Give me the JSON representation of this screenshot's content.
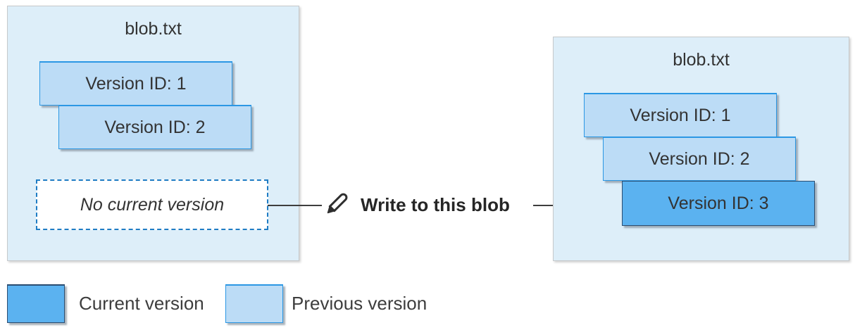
{
  "colors": {
    "container_bg": "#ddeef9",
    "container_border": "#c6c9cb",
    "previous_fill": "#bcdcf6",
    "previous_border": "#2b97e4",
    "current_fill": "#5bb2f0",
    "current_border": "#2b4d71",
    "dashed_border": "#1f7cc4",
    "arrow": "#3d3d3d",
    "text": "#333333"
  },
  "left_blob": {
    "title": "blob.txt",
    "versions": [
      {
        "label": "Version ID: 1",
        "state": "previous"
      },
      {
        "label": "Version ID: 2",
        "state": "previous"
      }
    ],
    "no_current_label": "No current version"
  },
  "action": {
    "icon": "pencil-icon",
    "label": "Write to this blob"
  },
  "right_blob": {
    "title": "blob.txt",
    "versions": [
      {
        "label": "Version ID: 1",
        "state": "previous"
      },
      {
        "label": "Version ID: 2",
        "state": "previous"
      },
      {
        "label": "Version ID: 3",
        "state": "current"
      }
    ]
  },
  "legend": {
    "items": [
      {
        "label": "Current version",
        "state": "current"
      },
      {
        "label": "Previous version",
        "state": "previous"
      }
    ]
  }
}
